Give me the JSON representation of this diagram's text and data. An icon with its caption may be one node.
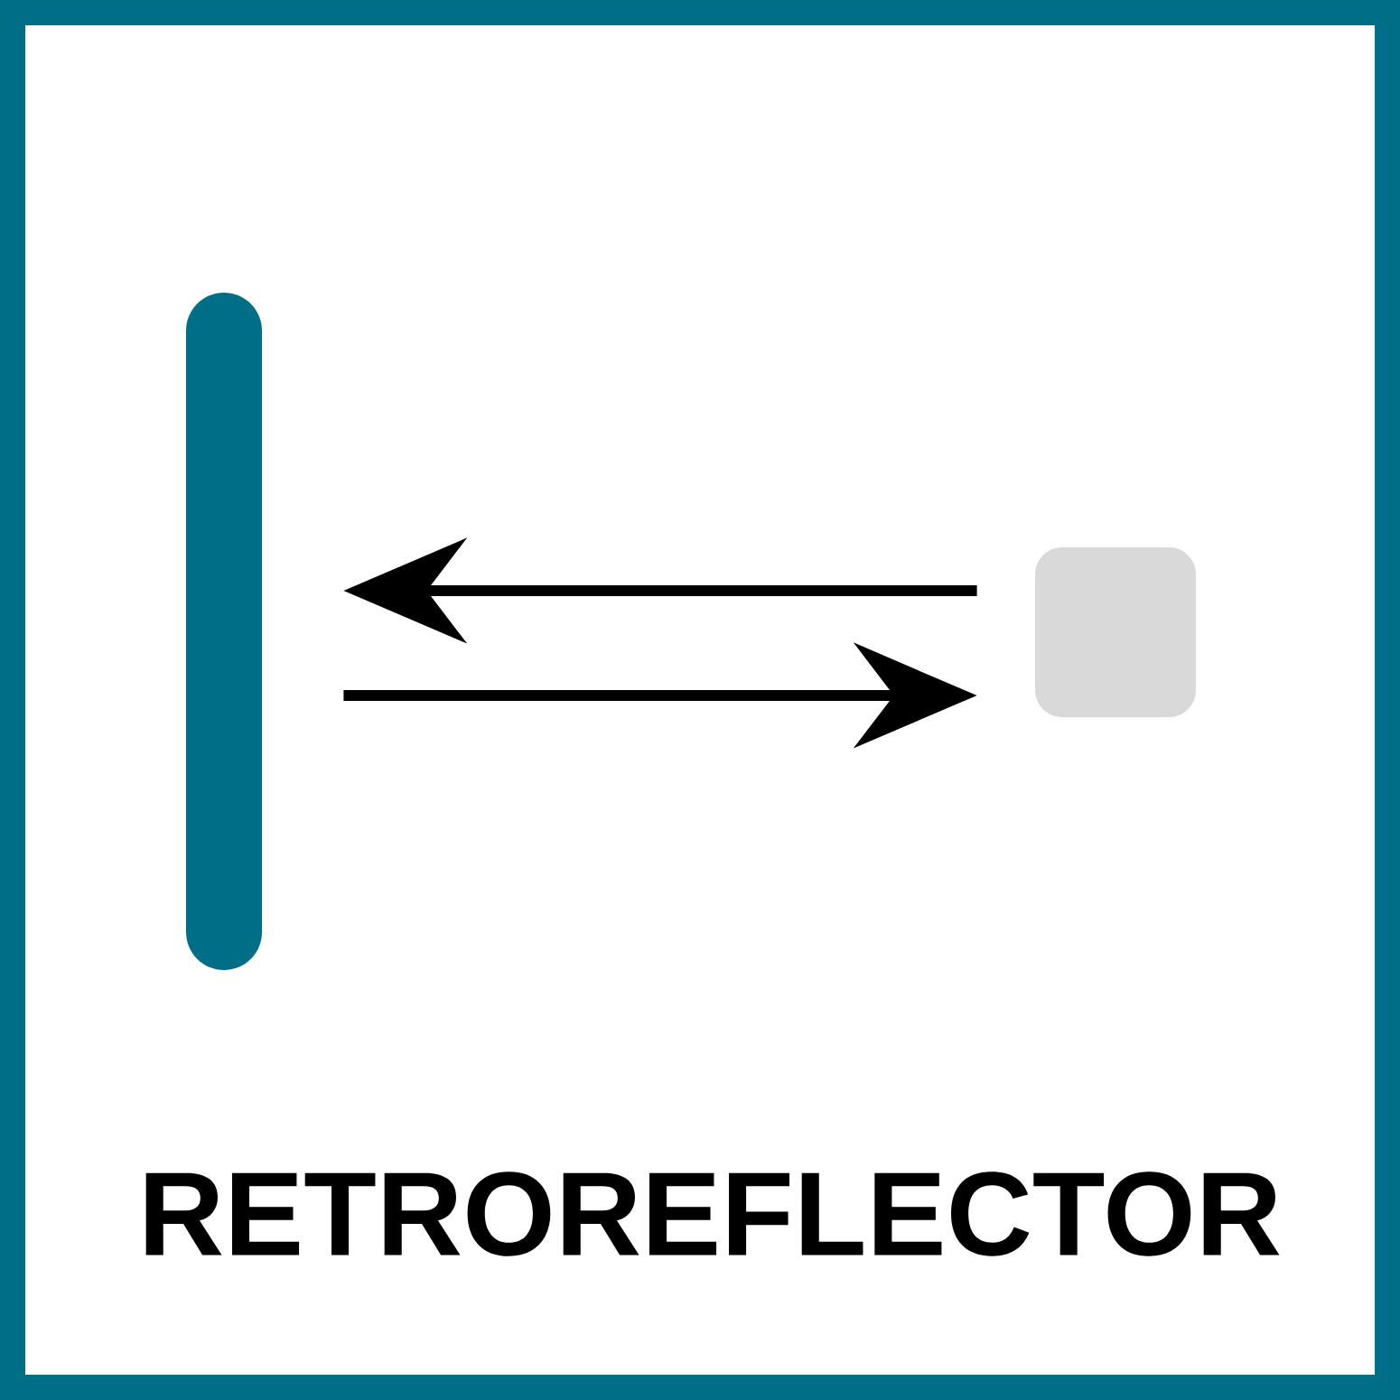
{
  "diagram": {
    "title": "RETROREFLECTOR",
    "nodes": [
      {
        "text": [],
        "shape": "bar"
      },
      {
        "text": [],
        "shape": "box"
      }
    ],
    "edges": [
      {
        "from": 1,
        "to": 0,
        "arrow": "to"
      },
      {
        "from": 0,
        "to": 1,
        "arrow": "to"
      }
    ]
  }
}
